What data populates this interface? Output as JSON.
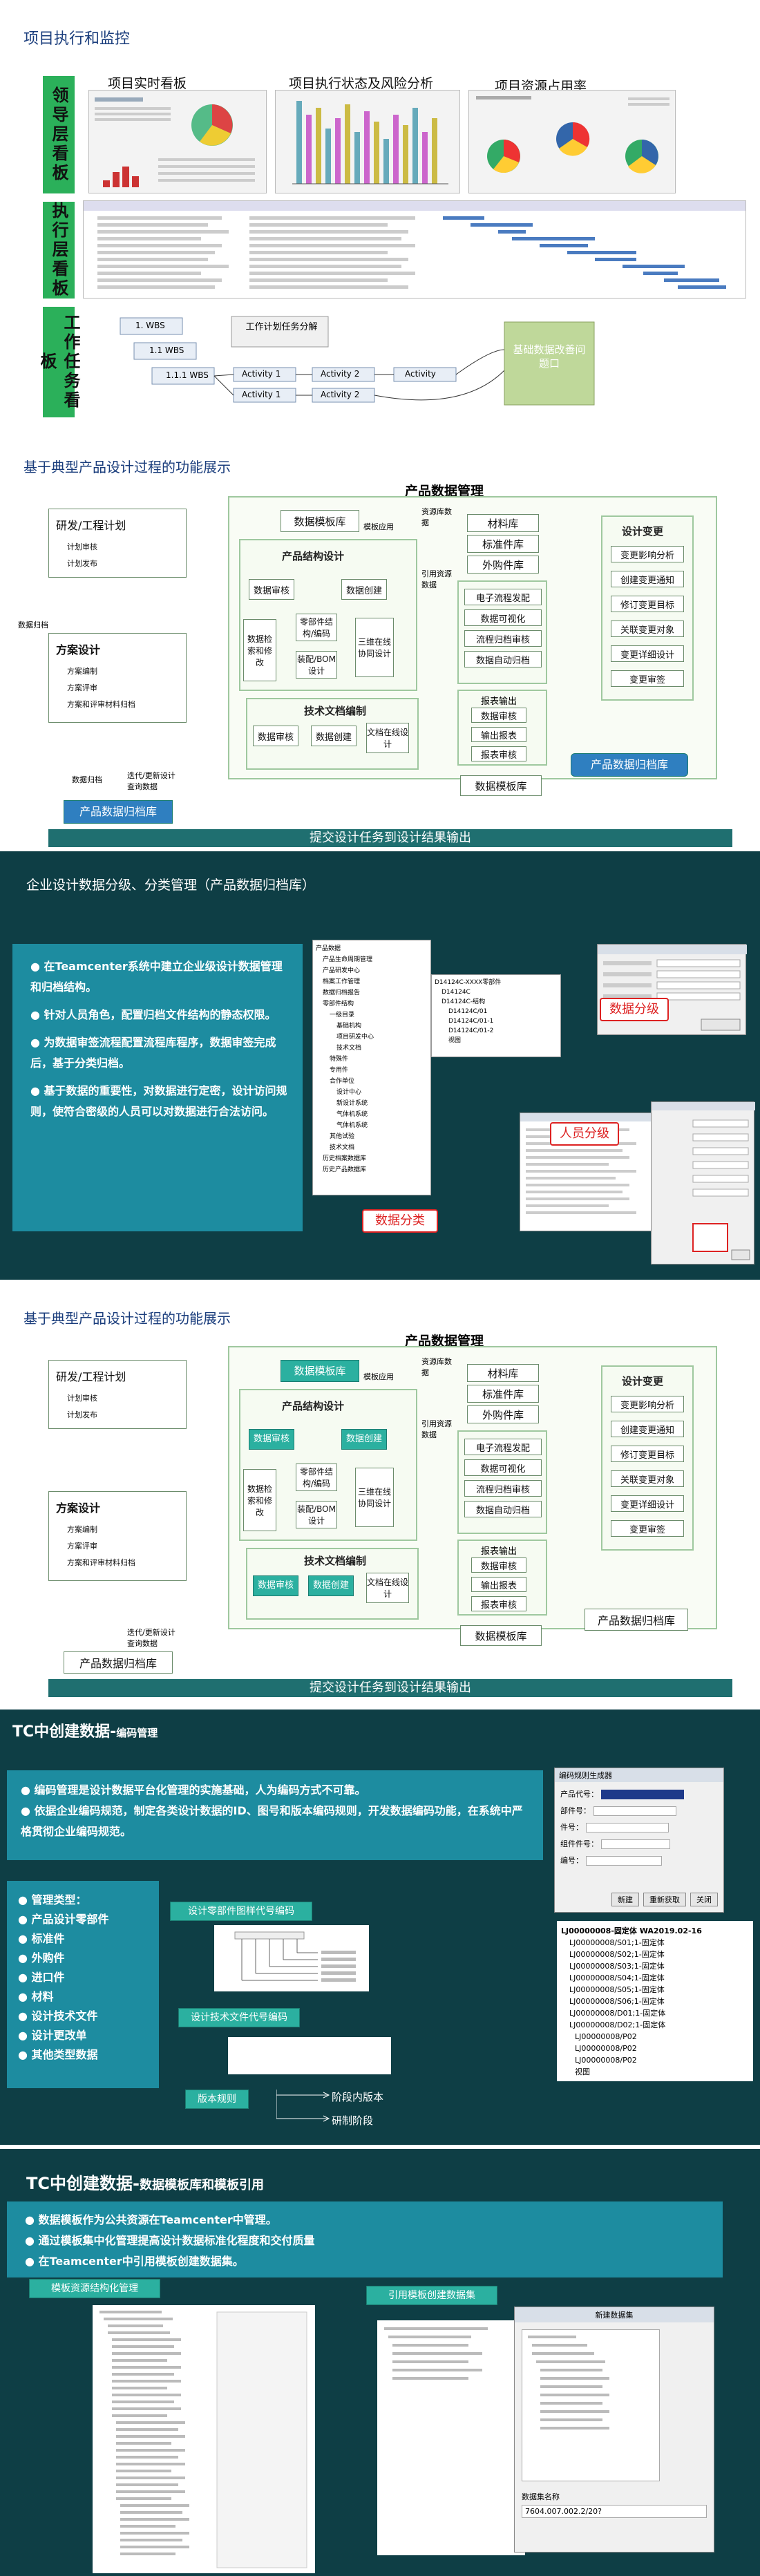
{
  "s1": {
    "title": "项目执行和监控",
    "left_labels": [
      "领导层看板",
      "执行层看板",
      "工作任务看板"
    ],
    "captions": [
      "项目实时看板",
      "项目执行状态及风险分析",
      "项目资源占用率"
    ],
    "wbs_nodes": [
      "1. WBS",
      "1.1 WBS",
      "1.1.1 WBS",
      "Activity 1",
      "Activity 1",
      "Activity 2",
      "Activity",
      "Activity 2"
    ],
    "task_split": "工作计划任务分解",
    "green_box": "基础数据改善问题口"
  },
  "s2": {
    "title": "基于典型产品设计过程的功能展示",
    "pdm": "产品数据管理",
    "rd_plan": "研发/工程计划",
    "rd_items": [
      "计划审核",
      "计划发布"
    ],
    "scheme": "方案设计",
    "scheme_items": [
      "方案编制",
      "方案评审",
      "方案和评审材料归档"
    ],
    "template_lib": "数据模板库",
    "template_use": "模板应用",
    "res_lib_label": "资源库数据",
    "ref_label": "引用资源数据",
    "struct_design": "产品结构设计",
    "data_review": "数据审核",
    "data_create": "数据创建",
    "parts_attr": "零部件结构/编码",
    "assembly_bom": "装配/BOM设计",
    "data_relation": "数据检索和修改",
    "three_d": "三维在线协同设计",
    "mat": "材料库",
    "std": "标准件库",
    "purchase": "外购件库",
    "e_flow": "电子流程发配",
    "data_visual": "数据可视化",
    "flow_sign": "流程归档审核",
    "auto_archive": "数据自动归档",
    "report_out": "报表输出",
    "report_items": [
      "数据审核",
      "输出报表",
      "报表审核"
    ],
    "design_change": "设计变更",
    "change_items": [
      "变更影响分析",
      "创建变更通知",
      "修订变更目标",
      "关联变更对象",
      "变更详细设计",
      "变更审签"
    ],
    "tech_doc": "技术文档编制",
    "tech_items": [
      "数据审核",
      "数据创建",
      "文档在线设计"
    ],
    "template_lib2": "数据模板库",
    "data_archive": "数据归档",
    "archive_box": "产品数据归档库",
    "archive_box_left": "产品数据归档库",
    "iterate": "迭代/更新设计查询数据",
    "bottom_banner": "提交设计任务到设计结果输出",
    "archive_left_label": "数据归档"
  },
  "s3": {
    "title": "企业设计数据分级、分类管理（产品数据归档库）",
    "bullets": [
      "在Teamcenter系统中建立企业级设计数据管理和归档结构。",
      "针对人员角色，配置归档文件结构的静态权限。",
      "为数据审签流程配置流程库程序，数据审签完成后，基于分类归档。",
      "基于数据的重要性，对数据进行定密，设计访问规则，使符合密级的人员可以对数据进行合法访问。"
    ],
    "tag_level": "数据分级",
    "tag_person": "人员分级",
    "tag_class": "数据分类",
    "tree_items": [
      "产品数据",
      "产品生命周期管理",
      "产品研发中心",
      "档案工作管理",
      "数据归档报告",
      "零部件结构",
      "一级目录",
      "基础机构",
      "项目研发中心",
      "技术文档",
      "特殊件",
      "专用件",
      "合作单位",
      "设计中心",
      "新设计系统",
      "气体机系统",
      "气体机系统",
      "其他试验",
      "技术文档",
      "历史档案数据库",
      "历史产品数据库"
    ],
    "part_items": [
      "D14124C-XXXX零部件",
      "D14124C",
      "D14124C-结构",
      "D14124C/01",
      "D14124C/01-1",
      "D14124C/01-2",
      "视图"
    ]
  },
  "s4": {
    "title": "基于典型产品设计过程的功能展示",
    "bottom_banner": "提交设计任务到设计结果输出"
  },
  "s5": {
    "title_main": "TC中创建数据-",
    "title_sub": "编码管理",
    "bullets": [
      "编码管理是设计数据平台化管理的实施基础，人为编码方式不可靠。",
      "依据企业编码规范，制定各类设计数据的ID、图号和版本编码规则，开发数据编码功能，在系统中严格贯彻企业编码规范。"
    ],
    "types_header": "管理类型：",
    "types": [
      "产品设计零部件",
      "标准件",
      "外购件",
      "进口件",
      "材料",
      "设计技术文件",
      "设计更改单",
      "其他类型数据"
    ],
    "tag_part": "设计零部件图样代号编码",
    "tag_doc": "设计技术文件代号编码",
    "tag_ver": "版本规则",
    "ver_stage": "阶段内版本",
    "ver_dev": "研制阶段",
    "dialog_title": "编码规则生成器",
    "dialog_fields": [
      "产品代号：",
      "部件号：",
      "件号：",
      "组件件号：",
      "编号："
    ],
    "dialog_btns": [
      "新建",
      "重新获取",
      "关闭"
    ],
    "tree_root": "LJ00000008-固定体  WA2019.02-16",
    "tree_items": [
      "LJ00000008/S01;1-固定体",
      "LJ00000008/S02;1-固定体",
      "LJ00000008/S03;1-固定体",
      "LJ00000008/S04;1-固定体",
      "LJ00000008/S05;1-固定体",
      "LJ00000008/S06;1-固定体",
      "LJ00000008/D01;1-固定体",
      "LJ00000008/D02;1-固定体",
      "LJ00000008/P02",
      "LJ00000008/P02",
      "LJ00000008/P02",
      "视图"
    ]
  },
  "s6": {
    "title_main": "TC中创建数据-",
    "title_sub": "数据模板库和模板引用",
    "bullets": [
      "数据模板作为公共资源在Teamcenter中管理。",
      "通过模板集中化管理提高设计数据标准化程度和交付质量",
      "在Teamcenter中引用模板创建数据集。"
    ],
    "tag_left": "模板资源结构化管理",
    "tag_right": "引用模板创建数据集",
    "dialog_title": "新建数据集",
    "dialog_name_label": "数据集名称",
    "dialog_name_val": "7604.007.002.2/20?"
  }
}
